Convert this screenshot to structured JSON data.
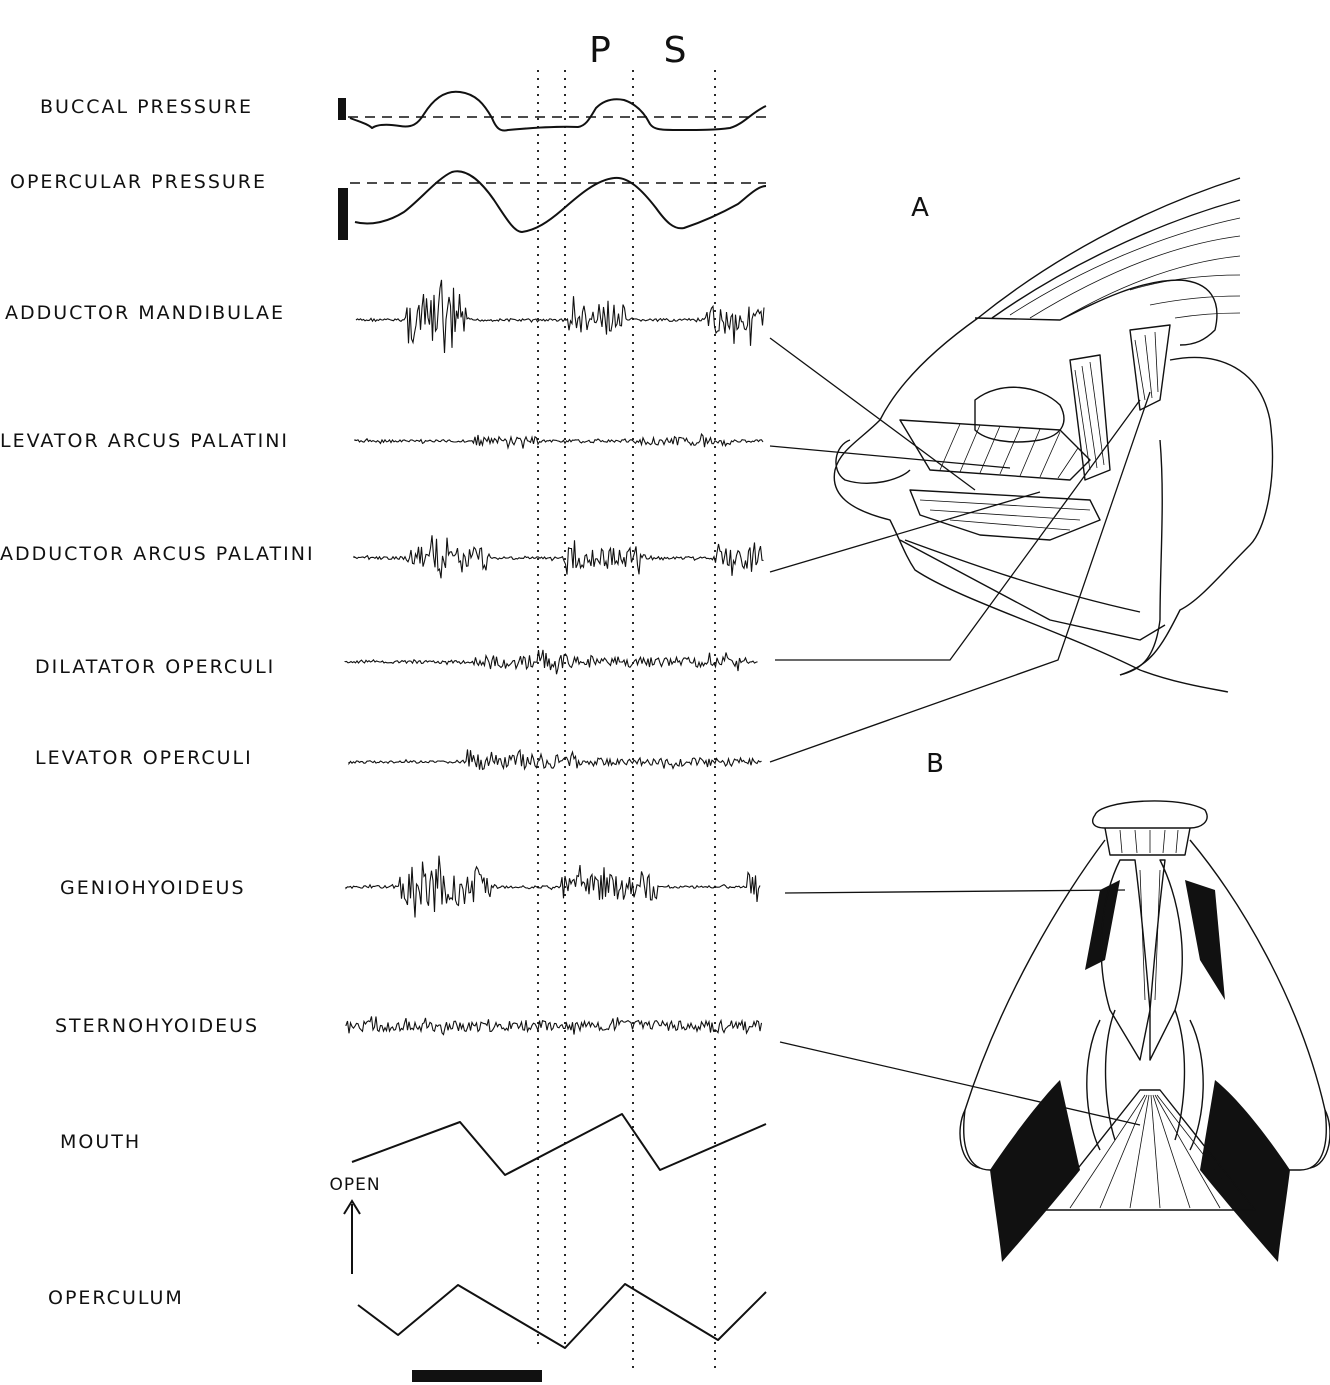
{
  "phase_labels": {
    "p": "P",
    "s": "S"
  },
  "panel_labels": {
    "a": "A",
    "b": "B"
  },
  "rows": [
    {
      "label": "BUCCAL PRESSURE",
      "type": "pressure"
    },
    {
      "label": "OPERCULAR PRESSURE",
      "type": "pressure"
    },
    {
      "label": "ADDUCTOR MANDIBULAE",
      "type": "emg",
      "bursts": [
        [
          0.12,
          0.27,
          1.0
        ],
        [
          0.52,
          0.66,
          0.6
        ],
        [
          0.86,
          1.0,
          0.55
        ]
      ]
    },
    {
      "label": "LEVATOR ARCUS PALATINI",
      "type": "emg",
      "bursts": [
        [
          0.28,
          0.45,
          0.45
        ],
        [
          0.7,
          0.92,
          0.45
        ]
      ]
    },
    {
      "label": "ADDUCTOR ARCUS PALATINI",
      "type": "emg",
      "bursts": [
        [
          0.13,
          0.33,
          0.9
        ],
        [
          0.51,
          0.71,
          0.75
        ],
        [
          0.88,
          1.0,
          0.8
        ]
      ]
    },
    {
      "label": "DILATATOR OPERCULI",
      "type": "emg",
      "bursts": [
        [
          0.31,
          0.57,
          0.6
        ],
        [
          0.58,
          0.97,
          0.45
        ]
      ]
    },
    {
      "label": "LEVATOR OPERCULI",
      "type": "emg",
      "bursts": [
        [
          0.28,
          0.56,
          0.65
        ],
        [
          0.58,
          0.98,
          0.35
        ]
      ]
    },
    {
      "label": "GENIOHYOIDEUS",
      "type": "emg",
      "bursts": [
        [
          0.13,
          0.35,
          1.0
        ],
        [
          0.52,
          0.75,
          0.7
        ],
        [
          0.97,
          1.0,
          1.0
        ]
      ]
    },
    {
      "label": "STERNOHYOIDEUS",
      "type": "emg",
      "bursts": [
        [
          0.0,
          1.0,
          0.45
        ]
      ]
    },
    {
      "label": "MOUTH",
      "type": "movement"
    },
    {
      "label": "OPERCULUM",
      "type": "movement"
    }
  ],
  "mouth_open_label": "OPEN",
  "panel_a_leaders": [
    "ADDUCTOR MANDIBULAE",
    "LEVATOR ARCUS PALATINI",
    "ADDUCTOR ARCUS PALATINI",
    "DILATATOR OPERCULI",
    "LEVATOR OPERCULI"
  ],
  "panel_b_leaders": [
    "GENIOHYOIDEUS",
    "STERNOHYOIDEUS"
  ]
}
